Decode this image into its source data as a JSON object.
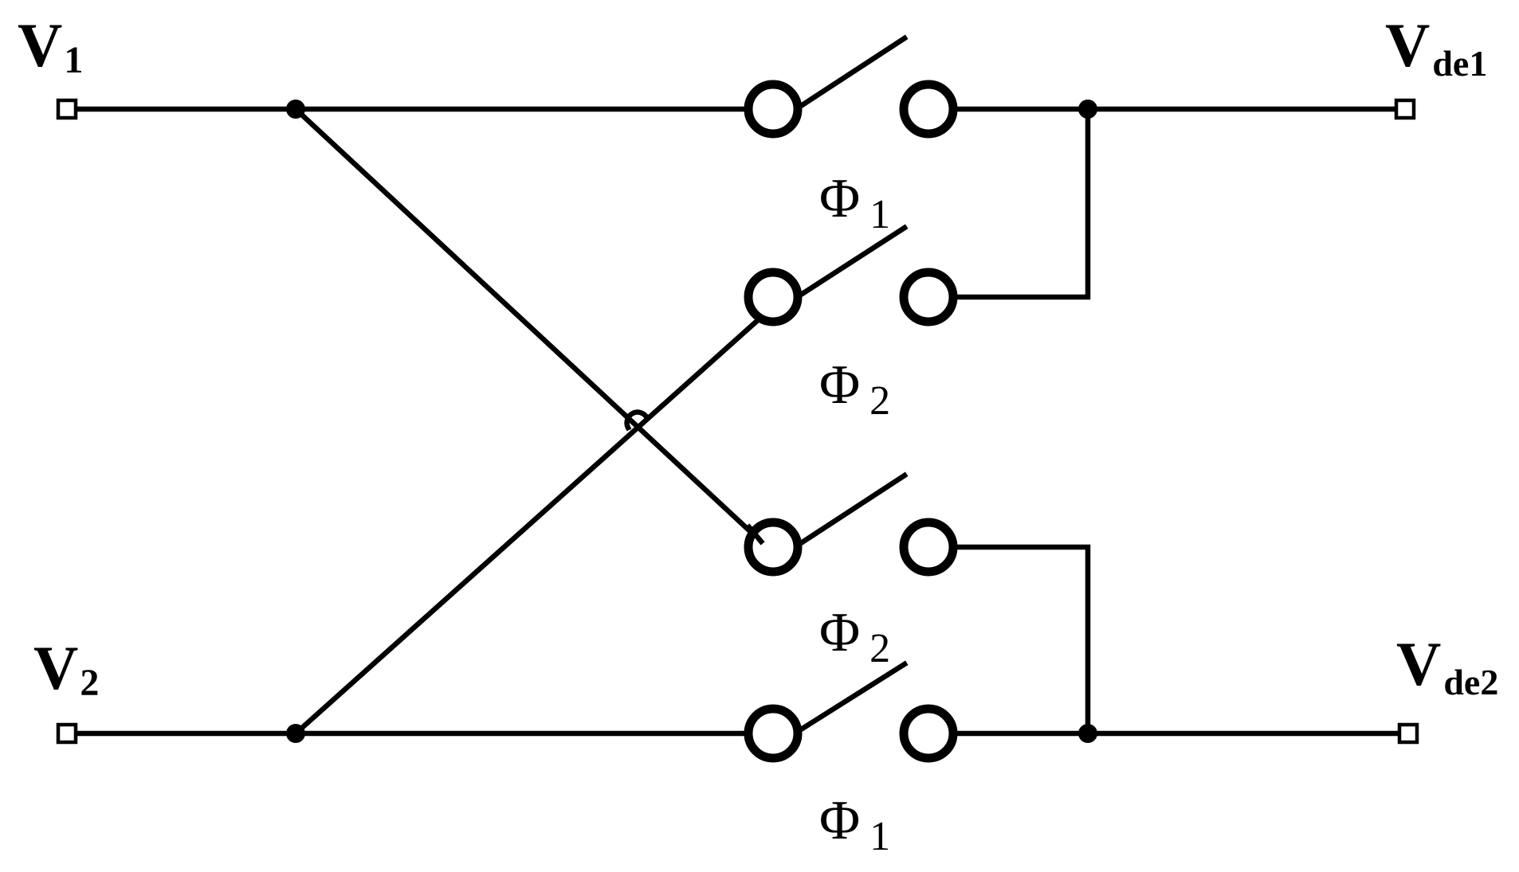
{
  "ports": {
    "v1": {
      "main": "V",
      "sub": "1"
    },
    "v2": {
      "main": "V",
      "sub": "2"
    },
    "vde1": {
      "main": "V",
      "sub": "de1"
    },
    "vde2": {
      "main": "V",
      "sub": "de2"
    }
  },
  "switches": [
    {
      "id": "s1",
      "phase_symbol": "Φ",
      "phase_index": "1"
    },
    {
      "id": "s2",
      "phase_symbol": "Φ",
      "phase_index": "2"
    },
    {
      "id": "s3",
      "phase_symbol": "Φ",
      "phase_index": "2"
    },
    {
      "id": "s4",
      "phase_symbol": "Φ",
      "phase_index": "1"
    }
  ],
  "colors": {
    "ink": "#000000",
    "background": "#ffffff"
  }
}
